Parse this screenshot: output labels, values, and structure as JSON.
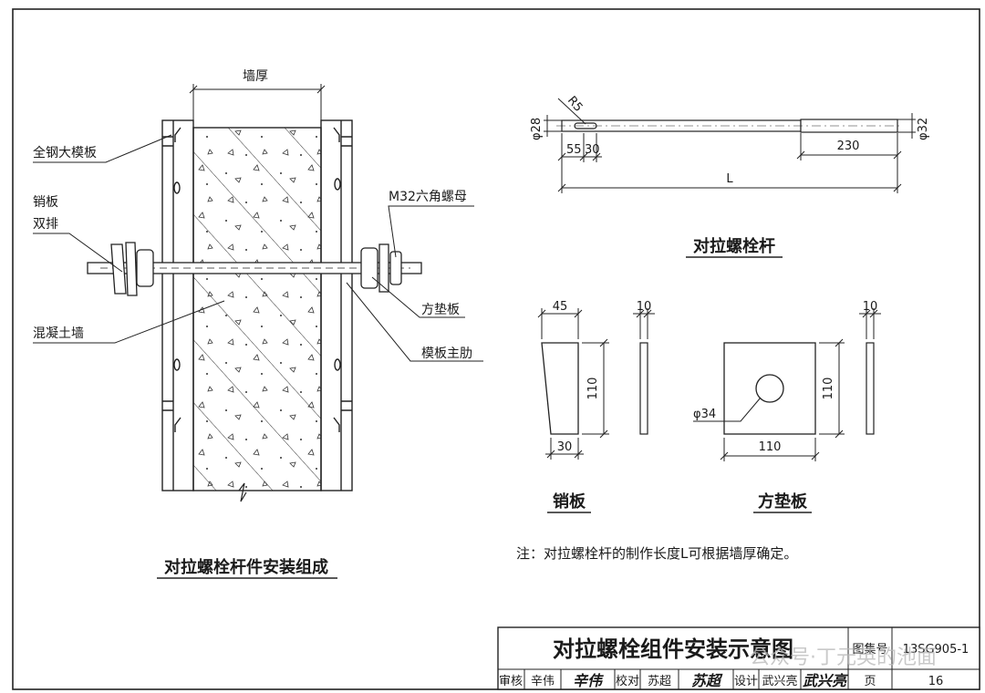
{
  "section_view": {
    "wall_thickness_label": "墙厚",
    "formwork_label": "全钢大模板",
    "pin_plate_label_1": "销板",
    "pin_plate_label_2": "双排",
    "concrete_wall_label": "混凝土墙",
    "nut_label": "M32六角螺母",
    "square_washer_label": "方垫板",
    "main_rib_label": "模板主肋",
    "caption": "对拉螺栓杆件安装组成"
  },
  "tie_rod": {
    "radius_label": "R5",
    "dia_left": "φ28",
    "dia_right": "φ32",
    "dim_55": "55",
    "dim_30": "30",
    "dim_230": "230",
    "dim_L": "L",
    "caption": "对拉螺栓杆"
  },
  "pin_plate": {
    "dim_top": "45",
    "dim_height": "110",
    "dim_bottom": "30",
    "dim_thickness": "10",
    "caption": "销板"
  },
  "square_washer": {
    "dim_thickness": "10",
    "dim_height": "110",
    "dim_width": "110",
    "hole_label": "φ34",
    "caption": "方垫板"
  },
  "note": "注：对拉螺栓杆的制作长度L可根据墙厚确定。",
  "title_block": {
    "title": "对拉螺栓组件安装示意图",
    "atlas_label": "图集号",
    "atlas_no": "13SG905-1",
    "review_label": "审核",
    "review_name": "辛伟",
    "review_sig": "辛伟",
    "check_label": "校对",
    "check_name": "苏超",
    "check_sig": "苏超",
    "design_label": "设计",
    "design_name": "武兴亮",
    "design_sig": "武兴亮",
    "page_label": "页",
    "page_no": "16"
  },
  "watermark": "公众号·丁元英的池面"
}
